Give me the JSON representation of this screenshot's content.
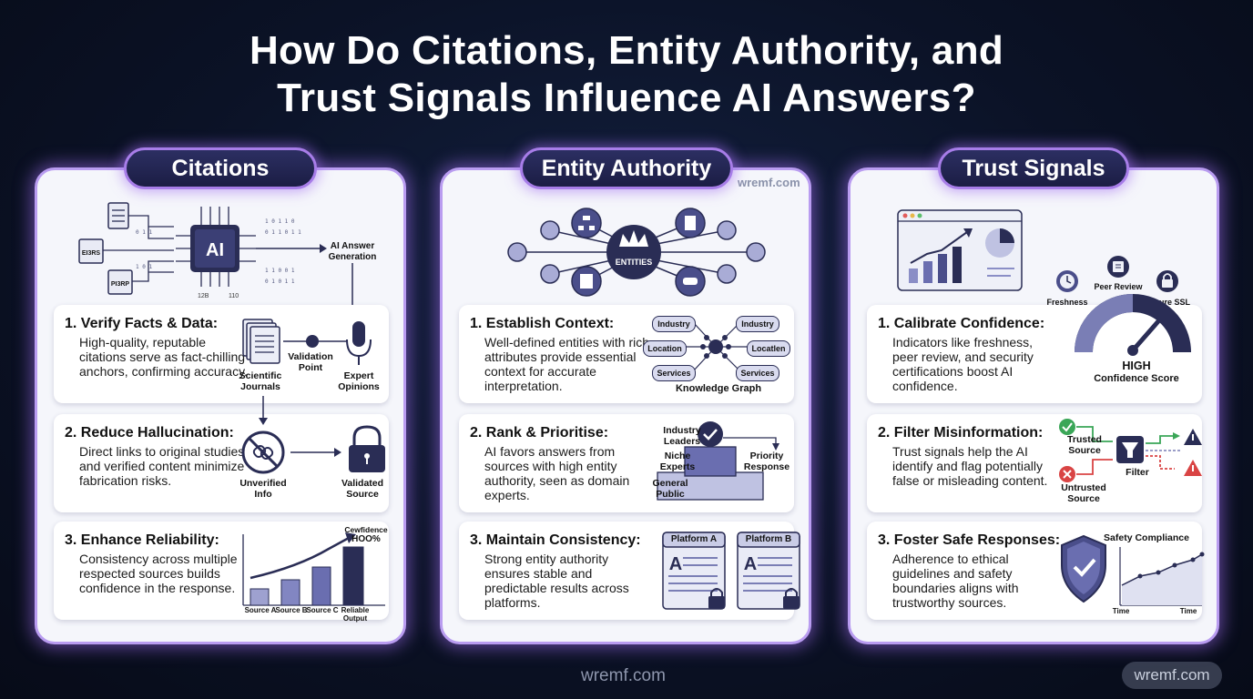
{
  "title_line1": "How Do Citations, Entity Authority, and",
  "title_line2": "Trust Signals Influence AI Answers?",
  "watermarks": {
    "bottom": "wremf.com",
    "corner": "wremf.com",
    "inner": "wremf.com"
  },
  "citations": {
    "heading": "Citations",
    "diagram": {
      "chip": "AI",
      "output": "AI Answer\nGeneration",
      "doc2": "EI3RS",
      "doc3": "PI3RP",
      "b1": "12B",
      "b2": "110"
    },
    "cards": [
      {
        "title": "1. Verify Facts & Data:",
        "text": "High-quality, reputable citations serve as fact-chilling anchors, confirming accuracy.",
        "labels": {
          "journals": "Scientific\nJournals",
          "validation": "Validation\nPoint",
          "experts": "Expert\nOpinions"
        }
      },
      {
        "title": "2. Reduce Hallucination:",
        "text": "Direct links to original studies and verified content minimize fabrication risks.",
        "labels": {
          "unverified": "Unverified\nInfo",
          "validated": "Validated\nSource"
        }
      },
      {
        "title": "3. Enhance Reliability:",
        "text": "Consistency across multiple respected sources builds confidence in the response.",
        "labels": {
          "confidence": "Cewfidence\nHOO%",
          "a": "Source A",
          "b": "Source B",
          "c": "Source C",
          "out": "Reliable\nOutput"
        }
      }
    ]
  },
  "entity": {
    "heading": "Entity Authority",
    "diagram": {
      "hub": "ENTITIES"
    },
    "cards": [
      {
        "title": "1. Establish Context:",
        "text": "Well-defined entities with rich attributes provide essential context for accurate interpretation.",
        "labels": {
          "n1": "Industry",
          "n2": "Industry",
          "n3": "Location",
          "n4": "Locatlen",
          "n5": "Services",
          "n6": "Services",
          "graph": "Knowledge Graph"
        }
      },
      {
        "title": "2. Rank & Prioritise:",
        "text": "AI favors answers from sources with high entity authority, seen as domain experts.",
        "labels": {
          "leaders": "Industry\nLeaders",
          "niche": "Niche\nExperts",
          "public": "General\nPublic",
          "priority": "Priority\nResponse"
        }
      },
      {
        "title": "3. Maintain Consistency:",
        "text": "Strong entity authority ensures stable and predictable results across platforms.",
        "labels": {
          "pa": "Platform A",
          "pb": "Platform B",
          "letter": "A"
        }
      }
    ]
  },
  "trust": {
    "heading": "Trust Signals",
    "diagram": {
      "freshness": "Freshness",
      "peer": "Peer Review",
      "ssl": "Secure SSL"
    },
    "cards": [
      {
        "title": "1. Calibrate Confidence:",
        "text": "Indicators like freshness, peer review, and security certifications boost AI confidence.",
        "labels": {
          "high": "HIGH",
          "score": "Confidence Score"
        }
      },
      {
        "title": "2. Filter Misinformation:",
        "text": "Trust signals help the AI identify and flag potentially false or misleading content.",
        "labels": {
          "trusted": "Trusted\nSource",
          "untrusted": "Untrusted\nSource",
          "filter": "Filter"
        }
      },
      {
        "title": "3. Foster Safe Responses:",
        "text": "Adherence to ethical guidelines and safety boundaries aligns with trustworthy sources.",
        "labels": {
          "compliance": "Safety Compliance",
          "t1": "Time",
          "t2": "Time"
        }
      }
    ]
  }
}
